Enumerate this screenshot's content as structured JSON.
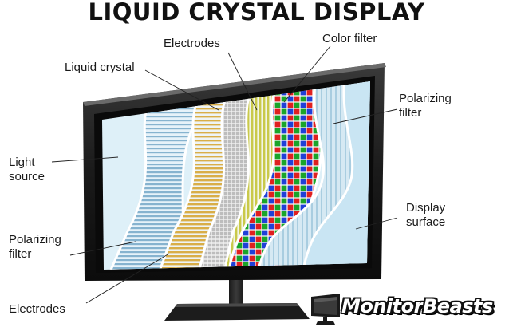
{
  "title": "LIQUID CRYSTAL DISPLAY",
  "labels": {
    "electrodes_top": "Electrodes",
    "color_filter": "Color filter",
    "liquid_crystal": "Liquid crystal",
    "polarizing_filter_right": "Polarizing\nfilter",
    "light_source": "Light\nsource",
    "display_surface": "Display\nsurface",
    "polarizing_filter_left": "Polarizing\nfilter",
    "electrodes_bottom": "Electrodes"
  },
  "brand": {
    "name_part1": "Monitor",
    "name_part2": "Beasts"
  },
  "colors": {
    "bezel": "#1c1c1c",
    "light_panel": "#dff1f8",
    "blue_stripe": "#7aaac8",
    "gold_stripe": "#d8b04a",
    "green_stripe": "#c9cf4a",
    "red": "#e02020",
    "green": "#1aa52a",
    "blue": "#2040d8"
  },
  "icons": {
    "brand": "monitor-logo-icon"
  }
}
